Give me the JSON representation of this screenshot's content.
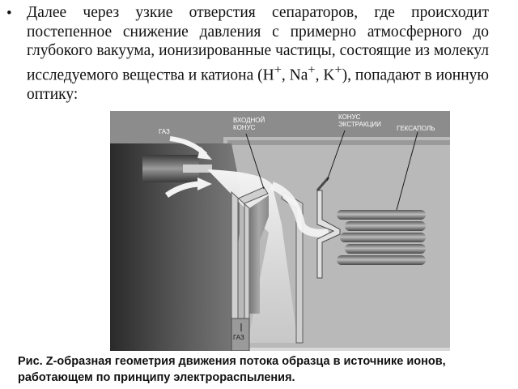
{
  "slide": {
    "bullet_glyph": "•",
    "bullet_text": "Далее через узкие отверстия сепараторов, где происходит постепенное снижение давления с примерно атмосферного до глубокого вакуума, ионизированные частицы, состоящие из молекул исследуемого вещества и катиона (H+, Na+, K+), попадают в ионную оптику:",
    "bullet_parts": {
      "before": "Далее через узкие отверстия сепараторов, где происходит постепенное снижение давления с примерно атмосферного до глубокого вакуума, ионизированные частицы, состоящие из молекул исследуемого вещества и катиона (H",
      "sup1": "+",
      "mid1": ", Na",
      "sup2": "+",
      "mid2": ", K",
      "sup3": "+",
      "after": "), попадают в ионную оптику:"
    }
  },
  "figure": {
    "labels": {
      "gas_top": "ГАЗ",
      "inlet_cone_line1": "ВХОДНОЙ",
      "inlet_cone_line2": "КОНУС",
      "extraction_cone_line1": "КОНУС",
      "extraction_cone_line2": "ЭКСТРАКЦИИ",
      "hexapole": "ГЕКСАПОЛЬ",
      "gas_bottom": "ГАЗ"
    }
  },
  "caption": {
    "text": "Рис. Z-образная геометрия движения потока образца в источнике ионов, работающем по принципу электрораспыления."
  }
}
